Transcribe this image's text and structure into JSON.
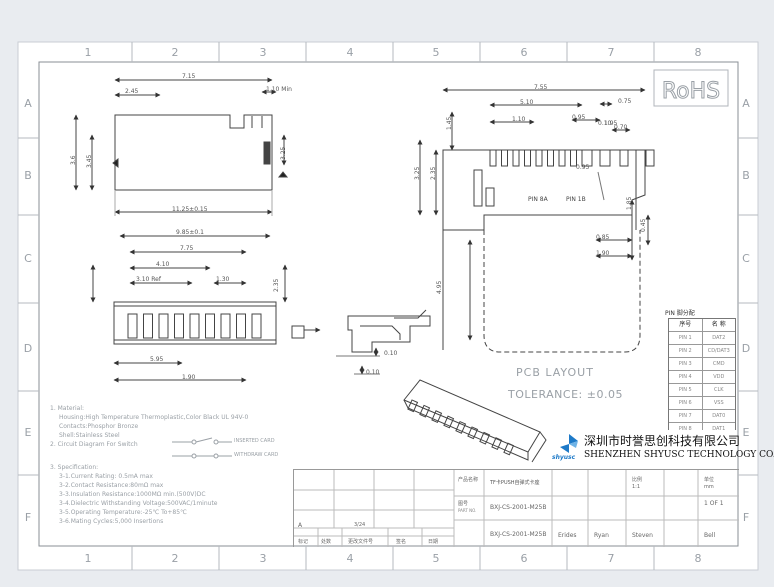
{
  "grid": {
    "columns": [
      "1",
      "2",
      "3",
      "4",
      "5",
      "6",
      "7",
      "8"
    ],
    "rows": [
      "A",
      "B",
      "C",
      "D",
      "E",
      "F"
    ]
  },
  "rohs": "RoHS",
  "dims_left": [
    "7.15",
    "2.45",
    "1.10 Min",
    "3.6",
    "3.45",
    "3.25",
    "11.25±0.15",
    "9.85±0.1",
    "7.75",
    "4.10",
    "3.10 Ref",
    "1.30",
    "2.35",
    "0.10",
    "0.10",
    "5.95",
    "1.90"
  ],
  "dims_right": [
    "7.55",
    "5.10",
    "1.10",
    "0.75",
    "0.95",
    "3.25",
    "2.35",
    "4.95",
    "1.45",
    "0.70",
    "1.85",
    "0.85",
    "1.90",
    "0.45",
    "0.95",
    "0.10",
    "1.95"
  ],
  "pin_labels": [
    "PIN 8A",
    "PIN 1B"
  ],
  "pcb_layout": "PCB LAYOUT",
  "tolerance": "TOLERANCE: ±0.05",
  "pin_table": {
    "title": "PIN 脚分配",
    "headers": [
      "序号",
      "名 称"
    ],
    "rows": [
      [
        "PIN 1",
        "DAT2"
      ],
      [
        "PIN 2",
        "CD/DAT3"
      ],
      [
        "PIN 3",
        "CMD"
      ],
      [
        "PIN 4",
        "VDD"
      ],
      [
        "PIN 5",
        "CLK"
      ],
      [
        "PIN 6",
        "VSS"
      ],
      [
        "PIN 7",
        "DAT0"
      ],
      [
        "PIN 8",
        "DAT1"
      ]
    ]
  },
  "notes": {
    "section1": "1. Material:",
    "material_lines": [
      "Housing:High Temperature Thermoplastic,Color Black UL 94V-0",
      "Contacts:Phosphor Bronze",
      "Shell:Stainless Steel"
    ],
    "section2": "2. Circuit Diagram For Switch",
    "switch_label_1": "INSERTED CARD",
    "switch_label_2": "WITHDRAW CARD",
    "section3": "3. Specification:",
    "spec_lines": [
      "3-1.Current Rating: 0.5mA max",
      "3-2.Contact Resistance:80mΩ max",
      "3-3.Insulation Resistance:1000MΩ min.(500V)DC",
      "3-4.Dielectric Withstanding Voltage:500VAC/1minute",
      "3-5.Operating Temperature:-25℃ To+85℃",
      "3-6.Mating Cycles:5,000 Insertions"
    ]
  },
  "company": {
    "cn": "深圳市时誉思创科技有限公司",
    "en": "SHENZHEN SHYUSC TECHNOLOGY CO.,LTD",
    "logo_text": "shyusc"
  },
  "title_block": {
    "name_label": "产品名称",
    "part_label": "图号",
    "part_label_en": "PART NO.",
    "product_name": "TF卡PUSH自弹式卡座",
    "part_no": "BXJ-CS-2001-M25B",
    "part_no_2": "BXJ-CS-2001-M25B",
    "scale_label": "比例",
    "scale_value": "1:1",
    "unit_label": "单位",
    "unit_value": "mm",
    "sheet_value": "1 OF 1",
    "drawn": "Erides",
    "checked": "Ryan",
    "approved": "Steven",
    "other": "Bell",
    "rev_a": "A",
    "rev_date": "3/24",
    "h_mark": "标记",
    "h_count": "处数",
    "h_change": "更改文件号",
    "h_sign": "签名",
    "h_date": "日期"
  }
}
